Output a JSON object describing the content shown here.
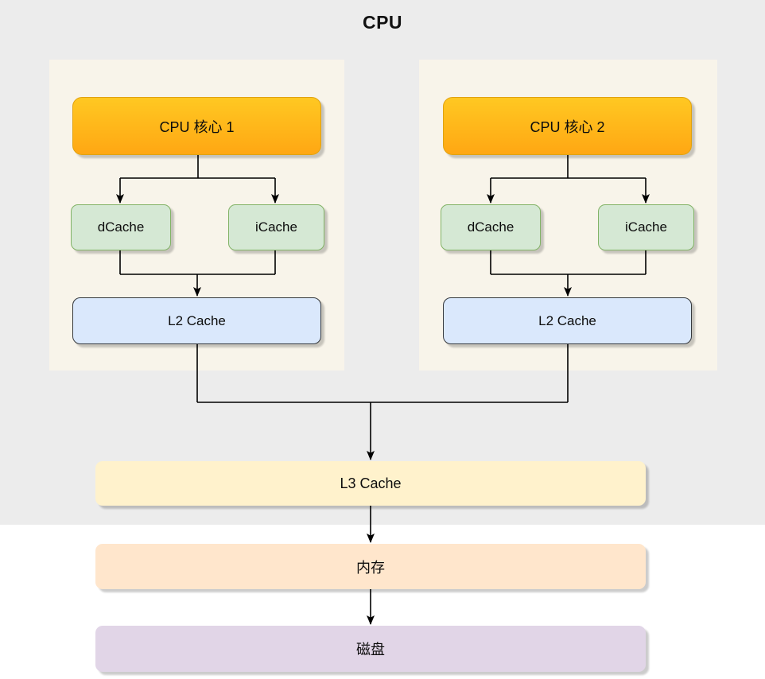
{
  "title": "CPU",
  "cores": [
    {
      "name": "CPU 核心 1",
      "dcache_label": "dCache",
      "icache_label": "iCache",
      "l2_label": "L2 Cache"
    },
    {
      "name": "CPU 核心 2",
      "dcache_label": "dCache",
      "icache_label": "iCache",
      "l2_label": "L2 Cache"
    }
  ],
  "shared": {
    "l3_label": "L3 Cache",
    "memory_label": "内存",
    "disk_label": "磁盘"
  },
  "colors": {
    "canvas_gray": "#ececec",
    "core_panel": "#f8f4ea",
    "core_fill_top": "#ffc822",
    "core_fill_bottom": "#ffa713",
    "core_border": "#e0a210",
    "cache_fill": "#d5e8d4",
    "cache_border": "#82b366",
    "l2_fill": "#dae8fc",
    "l2_border": "#36393d",
    "l3_fill": "#fff2cc",
    "memory_fill": "#ffe6cc",
    "disk_fill": "#e1d5e7"
  }
}
